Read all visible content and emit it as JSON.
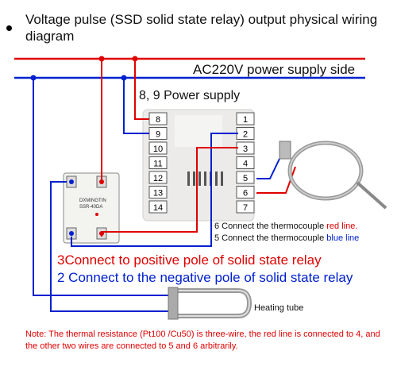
{
  "title": "Voltage pulse (SSD solid state relay) output physical wiring diagram",
  "supply_label": "AC220V power supply side",
  "power_label": "8, 9 Power supply",
  "left_terminals": [
    "8",
    "9",
    "10",
    "11",
    "12",
    "13",
    "14"
  ],
  "right_terminals": [
    "1",
    "2",
    "3",
    "4",
    "5",
    "6",
    "7"
  ],
  "ssr": {
    "brand": "DXMINGTIN",
    "model": "SSR-40DA"
  },
  "tc_red": {
    "prefix": "6 Connect the thermocouple ",
    "color_word": "red line."
  },
  "tc_blue": {
    "prefix": "5 Connect the thermocouple ",
    "color_word": "blue line"
  },
  "relay_pos": "3Connect to positive pole of solid state relay",
  "relay_neg": "2 Connect to the negative pole of solid state relay",
  "heating_label": "Heating tube",
  "note": "Note: The thermal resistance (Pt100 /Cu50) is three-wire, the red line is connected to 4, and the other two wires are connected to 5 and 6 arbitrarily.",
  "colors": {
    "red_wire": "#e00000",
    "blue_wire": "#0020d0"
  }
}
